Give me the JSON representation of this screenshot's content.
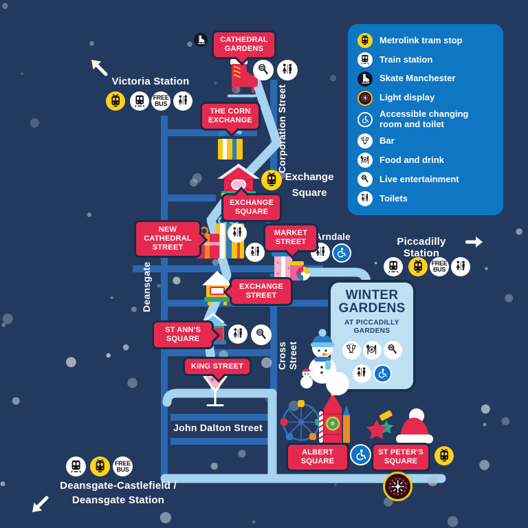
{
  "colors": {
    "background": "#233A5E",
    "legend_panel": "#0E76C2",
    "label_red": "#E62A4F",
    "label_border_navy": "#1A2B49",
    "street_primary_light": "#A6D3EF",
    "street_secondary_blue": "#2B68B0",
    "tram_yellow": "#FFD21E",
    "winter_panel_blue": "#BFE0F3",
    "navy_text": "#1D3C6E"
  },
  "legend": {
    "items": [
      {
        "icon": "tram",
        "label": "Metrolink tram stop"
      },
      {
        "icon": "train",
        "label": "Train station"
      },
      {
        "icon": "skate",
        "label": "Skate Manchester"
      },
      {
        "icon": "light-display",
        "label": "Light display"
      },
      {
        "icon": "accessible",
        "label": "Accessible changing room and toilet"
      },
      {
        "icon": "bar",
        "label": "Bar"
      },
      {
        "icon": "food",
        "label": "Food and drink"
      },
      {
        "icon": "microphone",
        "label": "Live entertainment"
      },
      {
        "icon": "toilets",
        "label": "Toilets"
      }
    ]
  },
  "stations": {
    "victoria": {
      "label": "Victoria Station"
    },
    "piccadilly": {
      "label": "Piccadilly Station"
    },
    "deansgate_castlefield": {
      "label_line1": "Deansgate-Castlefield /",
      "label_line2": "Deansgate Station"
    }
  },
  "streets": {
    "corporation": "Corporation Street",
    "deansgate": "Deansgate",
    "cross": "Cross Street",
    "john_dalton": "John Dalton Street"
  },
  "stops": {
    "exchange_square": {
      "label_line1": "Exchange",
      "label_line2": "Square"
    }
  },
  "areas": {
    "arndale": "Arndale"
  },
  "winter_gardens": {
    "title_line1": "WINTER",
    "title_line2": "GARDENS",
    "subtitle": "AT PICCADILLY GARDENS"
  },
  "markets": {
    "cathedral_gardens": "CATHEDRAL GARDENS",
    "corn_exchange": "THE CORN EXCHANGE",
    "exchange_square": "EXCHANGE SQUARE",
    "new_cathedral_street": "NEW CATHEDRAL STREET",
    "market_street": "MARKET STREET",
    "exchange_street": "EXCHANGE STREET",
    "st_anns_square": "ST ANN'S SQUARE",
    "king_street": "KING STREET",
    "albert_square": "ALBERT SQUARE",
    "st_peters_square": "ST PETER'S SQUARE"
  },
  "free_bus": {
    "line1": "FREE",
    "line2": "BUS"
  }
}
